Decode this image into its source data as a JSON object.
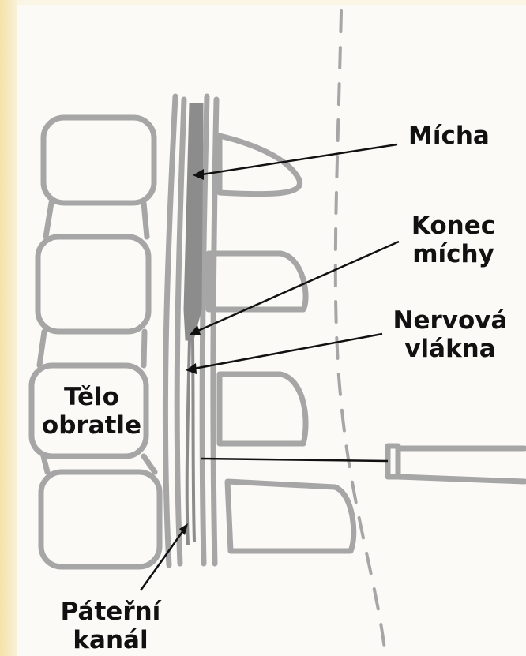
{
  "labels": {
    "spinal_cord": "Mícha",
    "cord_end_line1": "Konec",
    "cord_end_line2": "míchy",
    "nerve_fibers_line1": "Nervová",
    "nerve_fibers_line2": "vlákna",
    "vertebral_body_line1": "Tělo",
    "vertebral_body_line2": "obratle",
    "spinal_canal_line1": "Páteřní",
    "spinal_canal_line2": "kanál"
  },
  "colors": {
    "bone_outline": "#a6a6a6",
    "cord_fill": "#8c8c8c",
    "pointer": "#111111",
    "page_edge": "#f4e2a8"
  }
}
